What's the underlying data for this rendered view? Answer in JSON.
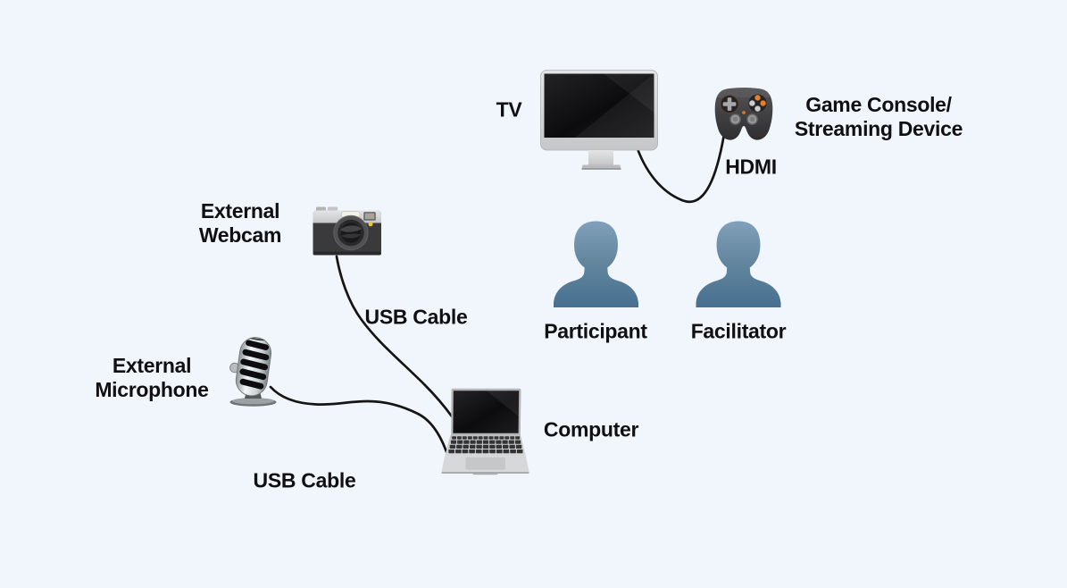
{
  "diagram": {
    "title": "Hardware setup diagram",
    "background": "#f0f6fc",
    "text_color": "#101012",
    "cable_color": "#151515"
  },
  "nodes": {
    "tv": {
      "label": "TV",
      "icon": "tv-monitor-icon"
    },
    "game_console": {
      "label_line1": "Game Console/",
      "label_line2": "Streaming Device",
      "icon": "game-controller-icon"
    },
    "webcam": {
      "label_line1": "External",
      "label_line2": "Webcam",
      "icon": "camera-icon"
    },
    "microphone": {
      "label_line1": "External",
      "label_line2": "Microphone",
      "icon": "studio-microphone-icon"
    },
    "computer": {
      "label": "Computer",
      "icon": "laptop-icon"
    },
    "participant": {
      "label": "Participant",
      "icon": "person-bust-icon"
    },
    "facilitator": {
      "label": "Facilitator",
      "icon": "person-bust-icon"
    }
  },
  "connections": {
    "hdmi": {
      "label": "HDMI",
      "from": "game_console",
      "to": "tv"
    },
    "webcam_usb": {
      "label": "USB Cable",
      "from": "webcam",
      "to": "computer"
    },
    "microphone_usb": {
      "label": "USB Cable",
      "from": "microphone",
      "to": "computer"
    }
  }
}
